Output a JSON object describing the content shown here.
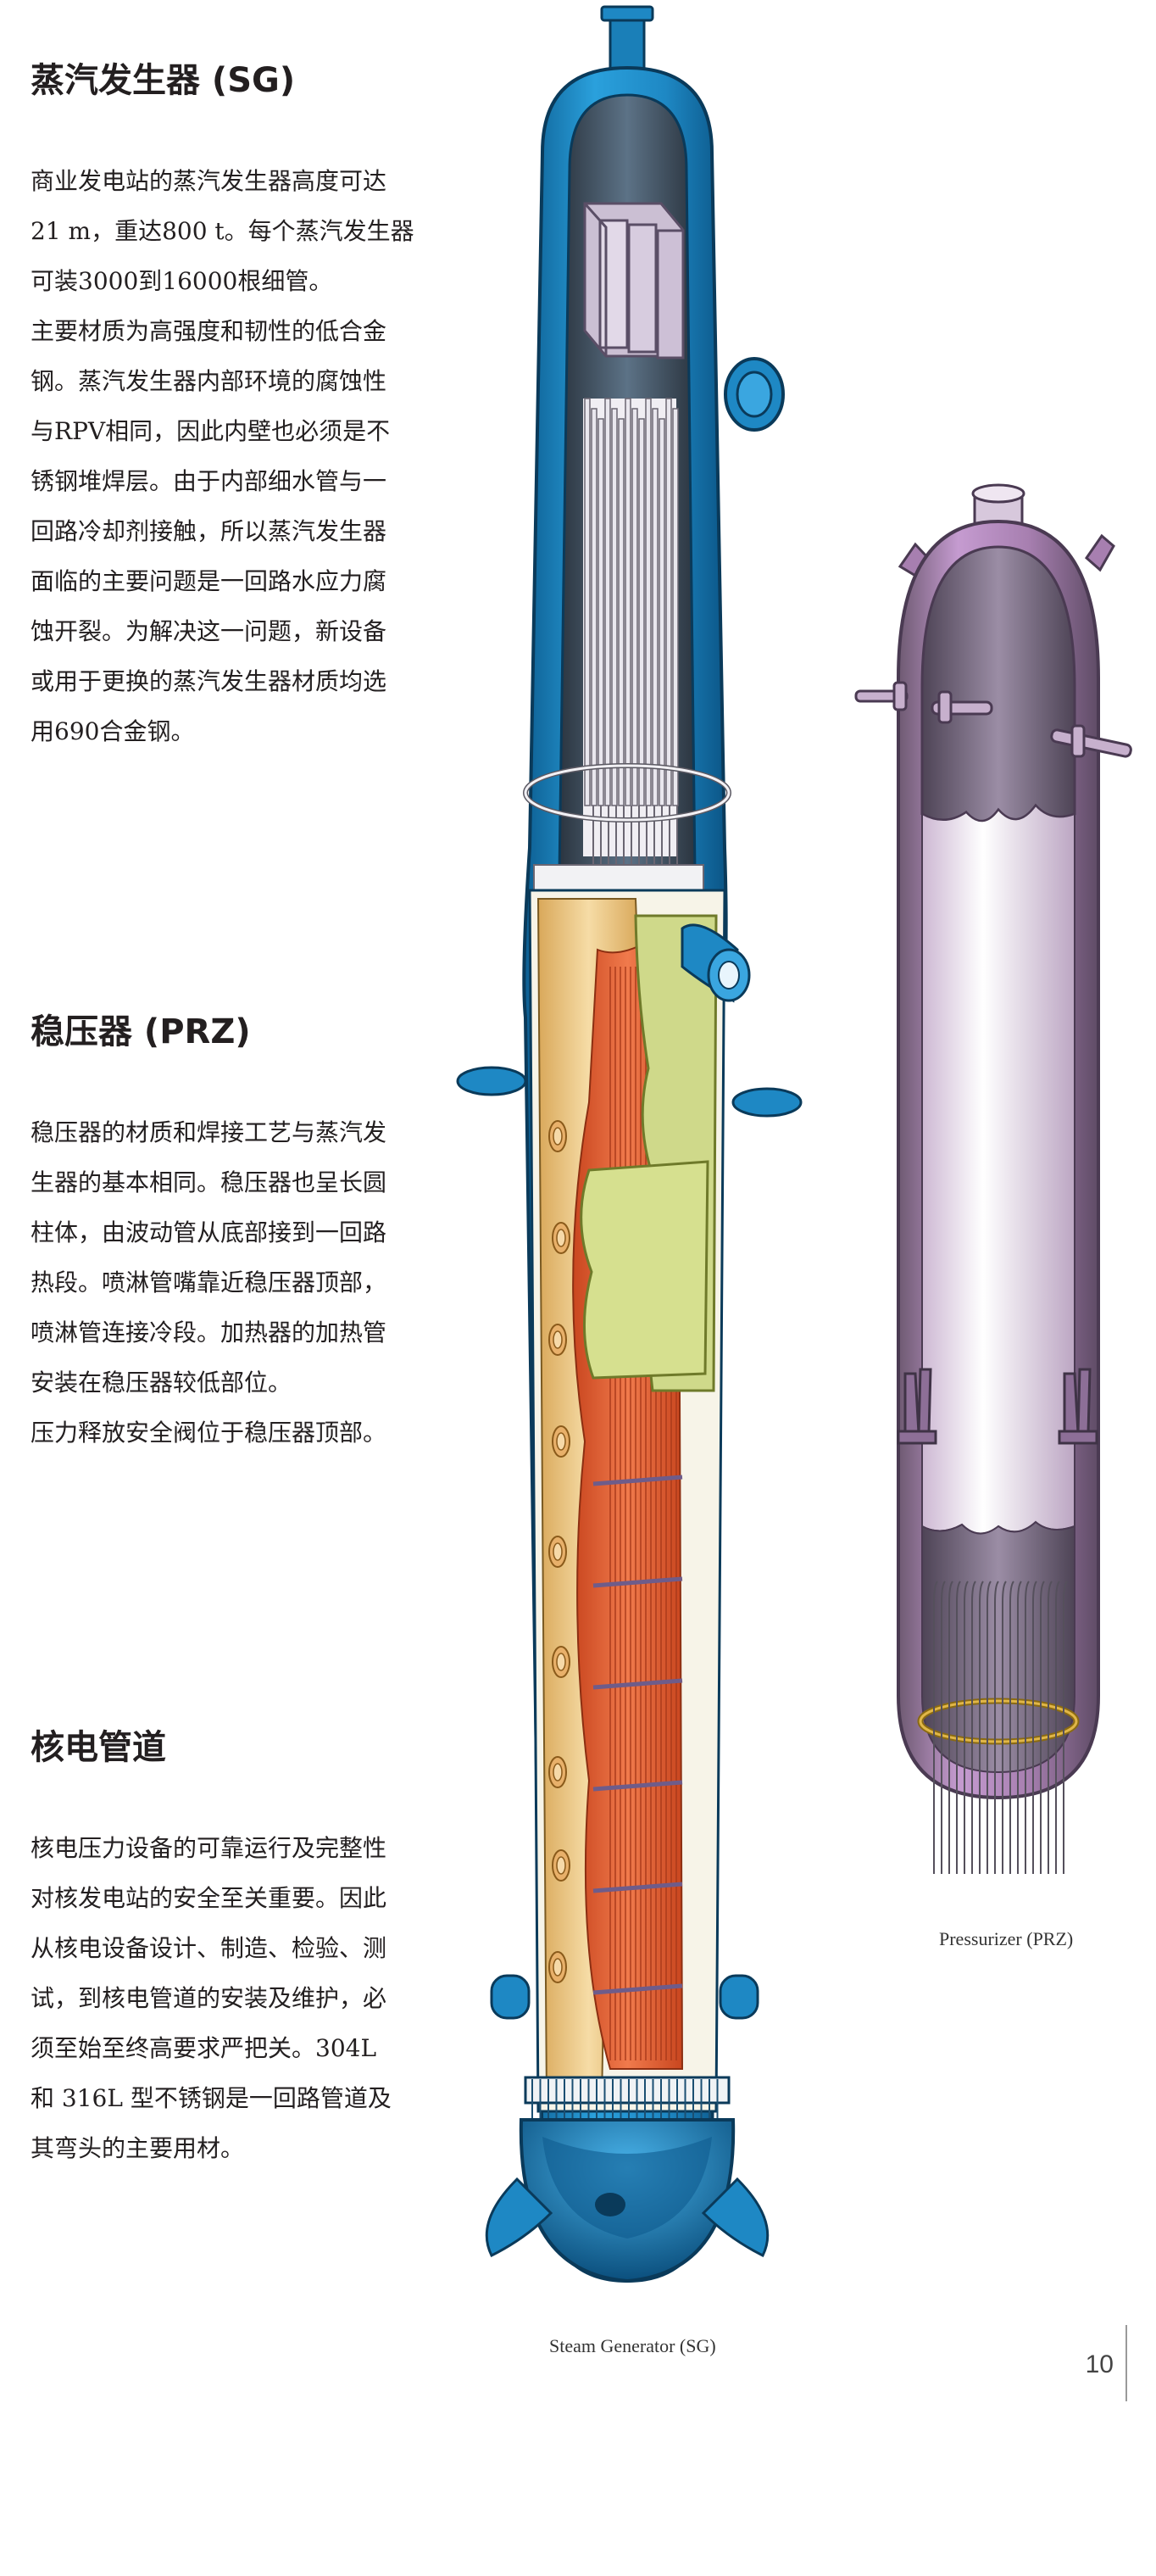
{
  "sections": [
    {
      "title": "蒸汽发生器 (SG)",
      "lines": [
        "商业发电站的蒸汽发生器高度可达",
        "21 m，重达800 t。每个蒸汽发生器",
        "可装3000到16000根细管。",
        "主要材质为高强度和韧性的低合金",
        "钢。蒸汽发生器内部环境的腐蚀性",
        "与RPV相同，因此内壁也必须是不",
        "锈钢堆焊层。由于内部细水管与一",
        "回路冷却剂接触，所以蒸汽发生器",
        "面临的主要问题是一回路水应力腐",
        "蚀开裂。为解决这一问题，新设备",
        "或用于更换的蒸汽发生器材质均选",
        "用690合金钢。"
      ]
    },
    {
      "title": "稳压器 (PRZ)",
      "lines": [
        "稳压器的材质和焊接工艺与蒸汽发",
        "生器的基本相同。稳压器也呈长圆",
        "柱体，由波动管从底部接到一回路",
        "热段。喷淋管嘴靠近稳压器顶部，",
        "喷淋管连接冷段。加热器的加热管",
        "安装在稳压器较低部位。",
        "压力释放安全阀位于稳压器顶部。"
      ]
    },
    {
      "title": "核电管道",
      "lines": [
        "核电压力设备的可靠运行及完整性",
        "对核发电站的安全至关重要。因此",
        "从核电设备设计、制造、检验、测",
        "试，到核电管道的安装及维护，必",
        "须至始至终高要求严把关。304L",
        "和 316L 型不锈钢是一回路管道及",
        "其弯头的主要用材。"
      ]
    }
  ],
  "figures": {
    "steam_generator": {
      "caption": "Steam Generator (SG)"
    },
    "pressurizer": {
      "caption": "Pressurizer (PRZ)"
    }
  },
  "page_number": "10",
  "colors": {
    "sg_shell": "#1e88c4",
    "sg_shell_dark": "#0d5f93",
    "sg_inner": "#3c4a57",
    "tube_bundle": "#e6e3ea",
    "wrapper_tan": "#e9c98a",
    "heater_orange": "#e8643a",
    "baffle_green": "#cfd98a",
    "prz_shell": "#a77fb0",
    "prz_light": "#f3e9f5",
    "prz_dark": "#6e5a72"
  }
}
